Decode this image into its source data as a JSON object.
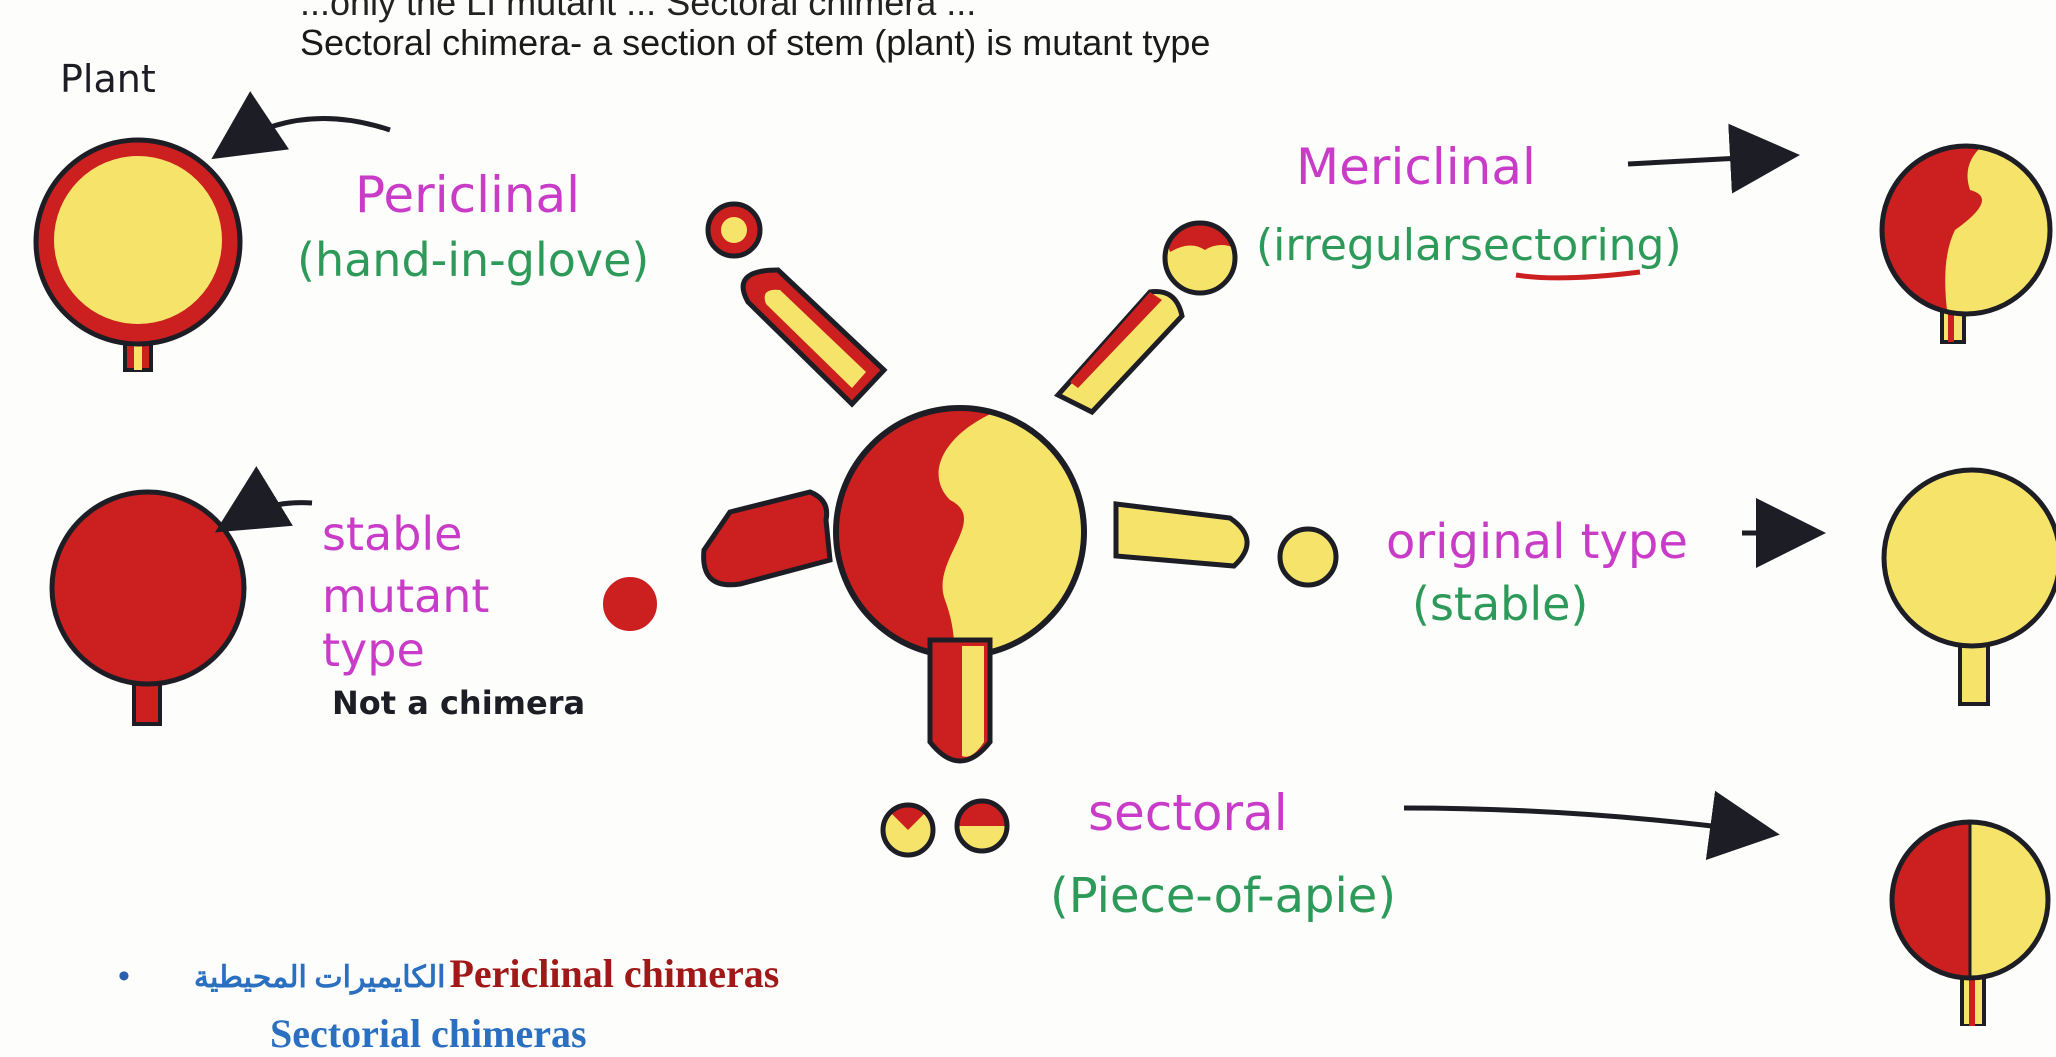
{
  "slide": {
    "top_cut_text": "...only the LI mutant ... Sectoral chimera ...",
    "header_text": "Sectoral chimera- a section of stem (plant) is mutant type"
  },
  "labels": {
    "plant": "Plant",
    "periclinal": "Periclinal",
    "periclinal_sub": "(hand-in-glove)",
    "mericlinal": "Mericlinal",
    "mericlinal_sub": "(irregularsectoring)",
    "stable": "stable",
    "mutant": "mutant",
    "type": "type",
    "not_chimera": "Not a chimera",
    "original_type": "original type",
    "original_sub": "(stable)",
    "sectoral": "sectoral",
    "sectoral_sub": "(Piece-of-apie)"
  },
  "bullets": {
    "arabic_text": "الكايميرات المحيطية",
    "english_text": "Periclinal chimeras",
    "next_line_partial": "Sectorial chimeras"
  },
  "colors": {
    "red": "#cc1f1f",
    "yellow": "#f6e46a",
    "outline": "#1d1d25",
    "magenta": "#c83cc8",
    "green": "#2d9a5a"
  }
}
